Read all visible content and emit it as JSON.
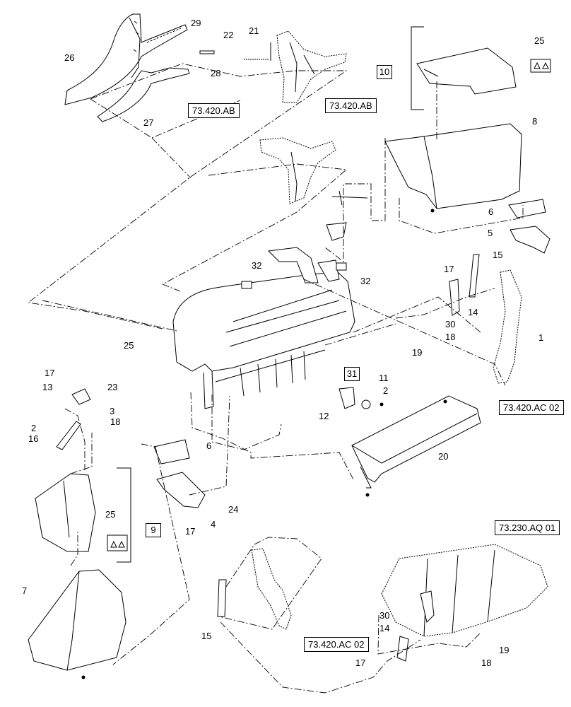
{
  "references": {
    "r1": "73.420.AB",
    "r2": "73.420.AB",
    "r3": "73.420.AC 02",
    "r4": "73.420.AC 02",
    "r5": "73.230.AQ 01"
  },
  "groups": {
    "g10": "10",
    "g31": "31",
    "g9": "9"
  },
  "callouts": {
    "c1": "1",
    "c2a": "2",
    "c2b": "2",
    "c3": "3",
    "c4": "4",
    "c5": "5",
    "c6a": "6",
    "c6b": "6",
    "c7": "7",
    "c8": "8",
    "c11": "11",
    "c12": "12",
    "c13": "13",
    "c14a": "14",
    "c14b": "14",
    "c15a": "15",
    "c15b": "15",
    "c16": "16",
    "c17a": "17",
    "c17b": "17",
    "c17c": "17",
    "c17d": "17",
    "c18a": "18",
    "c18b": "18",
    "c18c": "18",
    "c19a": "19",
    "c19b": "19",
    "c20": "20",
    "c21": "21",
    "c22": "22",
    "c23": "23",
    "c24": "24",
    "c25a": "25",
    "c25b": "25",
    "c25c": "25",
    "c26": "26",
    "c27": "27",
    "c28": "28",
    "c29": "29",
    "c30a": "30",
    "c30b": "30",
    "c32a": "32",
    "c32b": "32"
  },
  "colors": {
    "line": "#000000",
    "paper": "#ffffff"
  }
}
